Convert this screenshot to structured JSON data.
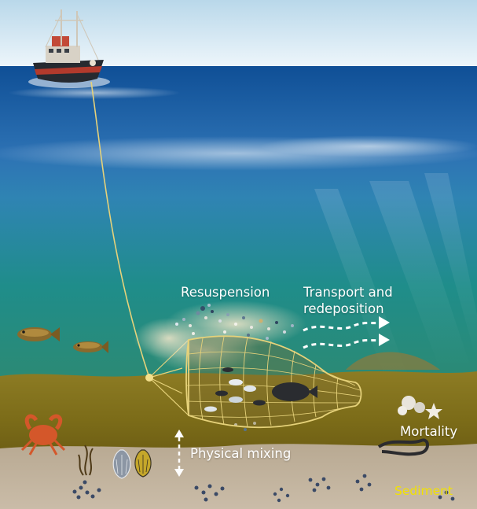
{
  "labels": {
    "resuspension": "Resuspension",
    "transport": "Transport and\nredeposition",
    "mixing": "Physical mixing",
    "mortality": "Mortality",
    "sediment": "Sediment"
  },
  "colors": {
    "sky": "#cfe6f2",
    "sea_surface": "#1e5fa3",
    "deep_water": "#1e8a86",
    "seabed": "#8c7a1c",
    "sediment": "#c4b6a3",
    "net_line": "#e6d27a",
    "label_text": "#ffffff",
    "sediment_label": "#f2e200"
  },
  "icons": [
    "trawler-boat-icon",
    "fish-icon",
    "crab-icon",
    "seaweed-icon",
    "shell-icon",
    "starfish-icon",
    "eel-icon",
    "trawl-net-icon",
    "particle-cloud-icon",
    "dashed-arrow-icon"
  ]
}
